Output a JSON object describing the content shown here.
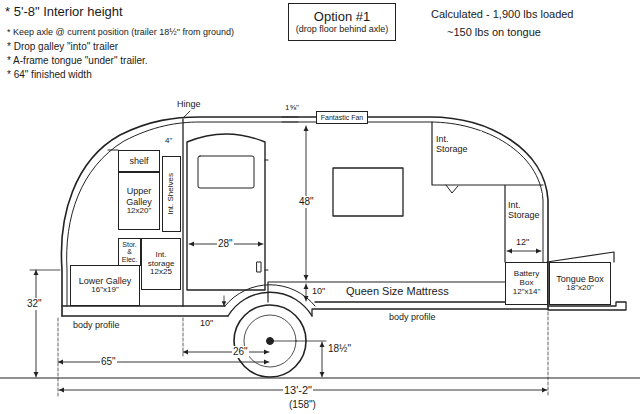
{
  "diagram": {
    "nodes": [
      {
        "text": [
          "Option #1",
          "(drop floor behind axle)"
        ]
      },
      {
        "text": [
          "Fantastic Fan"
        ]
      },
      {
        "text": [
          "shelf"
        ]
      },
      {
        "text": [
          "Upper Galley",
          "12x20\""
        ]
      },
      {
        "text": [
          "Int. Shelves"
        ]
      },
      {
        "text": [
          "Stor. & Elec."
        ]
      },
      {
        "text": [
          "Int. storage",
          "12x25"
        ]
      },
      {
        "text": [
          "Lower Galley",
          "16\"x19\""
        ]
      },
      {
        "text": [
          "Int. Storage"
        ]
      },
      {
        "text": [
          "Int. Storage"
        ]
      },
      {
        "text": [
          "Battery Box",
          "12\"x14\""
        ]
      },
      {
        "text": [
          "Tongue Box",
          "18\"x20\""
        ]
      }
    ],
    "labels": [
      "* 5'-8\" Interior height",
      "* Keep axle @ current position (trailer 18½\" from ground)",
      "* Drop galley \"into\" trailer",
      "* A-frame tongue \"under\" trailer.",
      "* 64\" finished width",
      "Calculated - 1,900 lbs loaded",
      "~150 lbs on tongue",
      "Hinge",
      "1⅝\"",
      "4\"",
      "28\"",
      "48\"",
      "10\"",
      "12\"",
      "Queen Size Mattress",
      "32\"",
      "10\"",
      "26\"",
      "65\"",
      "18½\"",
      "body profile",
      "body profile",
      "13'-2\"",
      "(158\")"
    ]
  }
}
